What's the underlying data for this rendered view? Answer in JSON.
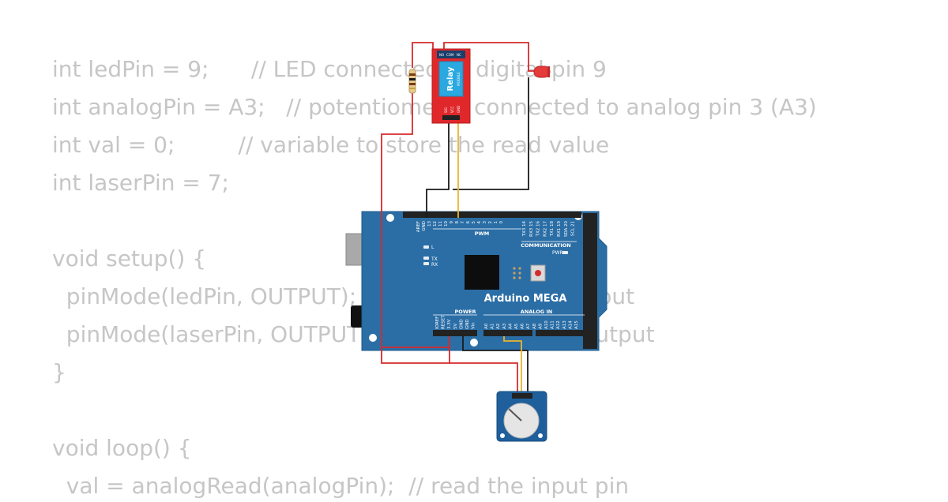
{
  "code": {
    "lines": [
      "int ledPin = 9;      // LED connected to digital pin 9",
      "int analogPin = A3;   // potentiometer connected to analog pin 3 (A3)",
      "int val = 0;         // variable to store the read value",
      "int laserPin = 7;",
      "",
      "void setup() {",
      "  pinMode(ledPin, OUTPUT);  // sets the pin as output",
      "  pinMode(laserPin, OUTPUT);  // sets the pin as output",
      "}",
      "",
      "void loop() {",
      "  val = analogRead(analogPin);  // read the input pin"
    ]
  },
  "board": {
    "name": "Arduino MEGA",
    "pwm_label": "PWM",
    "communication_label": "COMMUNICATION",
    "power_label": "POWER",
    "analog_in_label": "ANALOG IN",
    "pwr_label": "PWR",
    "led_l": "L",
    "led_tx": "TX",
    "led_rx": "RX",
    "top_pins": [
      "AREF",
      "GND",
      "13",
      "12",
      "11",
      "10",
      "9",
      "8",
      "7",
      "6",
      "5",
      "4",
      "3",
      "2",
      "1",
      "0",
      "TX3 14",
      "RX3 15",
      "TX2 16",
      "RX2 17",
      "TX1 18",
      "RX1 19",
      "SDA 20",
      "SCL 21"
    ],
    "power_pins": [
      "IOREF",
      "RESET",
      "3.3V",
      "5V",
      "GND",
      "GND",
      "Vin"
    ],
    "analog_pins": [
      "A0",
      "A1",
      "A2",
      "A3",
      "A4",
      "A5",
      "A6",
      "A7",
      "A8",
      "A9",
      "A10",
      "A11",
      "A12",
      "A13",
      "A14",
      "A15"
    ]
  },
  "relay": {
    "label": "Relay",
    "sublabel": "MODULE",
    "top_pins": [
      "NO",
      "COM",
      "NC"
    ],
    "bottom_pins": [
      "SIG",
      "VCC",
      "GND"
    ]
  },
  "colors": {
    "board": "#2b6ea6",
    "wire_red": "#d42b2b",
    "wire_black": "#1a1a1a",
    "wire_yellow": "#e8b62c",
    "relay_body": "#e0282b",
    "relay_box": "#2aa8e0",
    "led": "#e63b3b",
    "pot_body": "#1f5f9c",
    "code_text": "#c6c6c6"
  },
  "icons": [
    "usb-port-icon",
    "power-jack-icon",
    "reset-button-icon",
    "chip-icon",
    "led-icon",
    "resistor-icon",
    "potentiometer-icon"
  ]
}
